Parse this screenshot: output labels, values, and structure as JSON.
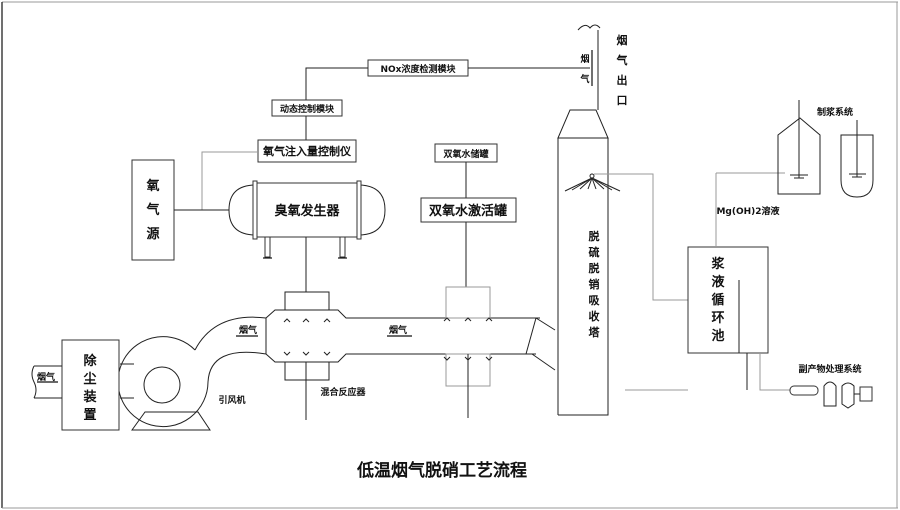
{
  "title": "低温烟气脱硝工艺流程",
  "modules": {
    "nox_detect": "NOx浓度检测模块",
    "dynamic_control": "动态控制模块",
    "oxygen_injection_controller": "氧气注入量控制仪",
    "oxygen_source": "氧气源",
    "ozone_generator": "臭氧发生器",
    "h2o2_storage": "双氧水储罐",
    "h2o2_activation": "双氧水激活罐",
    "absorption_tower": "脱硫脱硝吸收塔",
    "slurry_pool": "浆液循环池",
    "slurry_system": "制浆系统",
    "mgoh_solution": "Mg(OH)2溶液",
    "byproduct_system": "副产物处理系统",
    "dust_removal": "除尘装置",
    "induced_fan": "引风机",
    "mixing_reactor": "混合反应器",
    "flue_gas_outlet": "烟气出口"
  },
  "flow_labels": {
    "flue_gas_in": "烟气",
    "flue_gas_fan": "烟气",
    "flue_gas_duct": "烟气",
    "flue_gas_stack": "烟气"
  }
}
